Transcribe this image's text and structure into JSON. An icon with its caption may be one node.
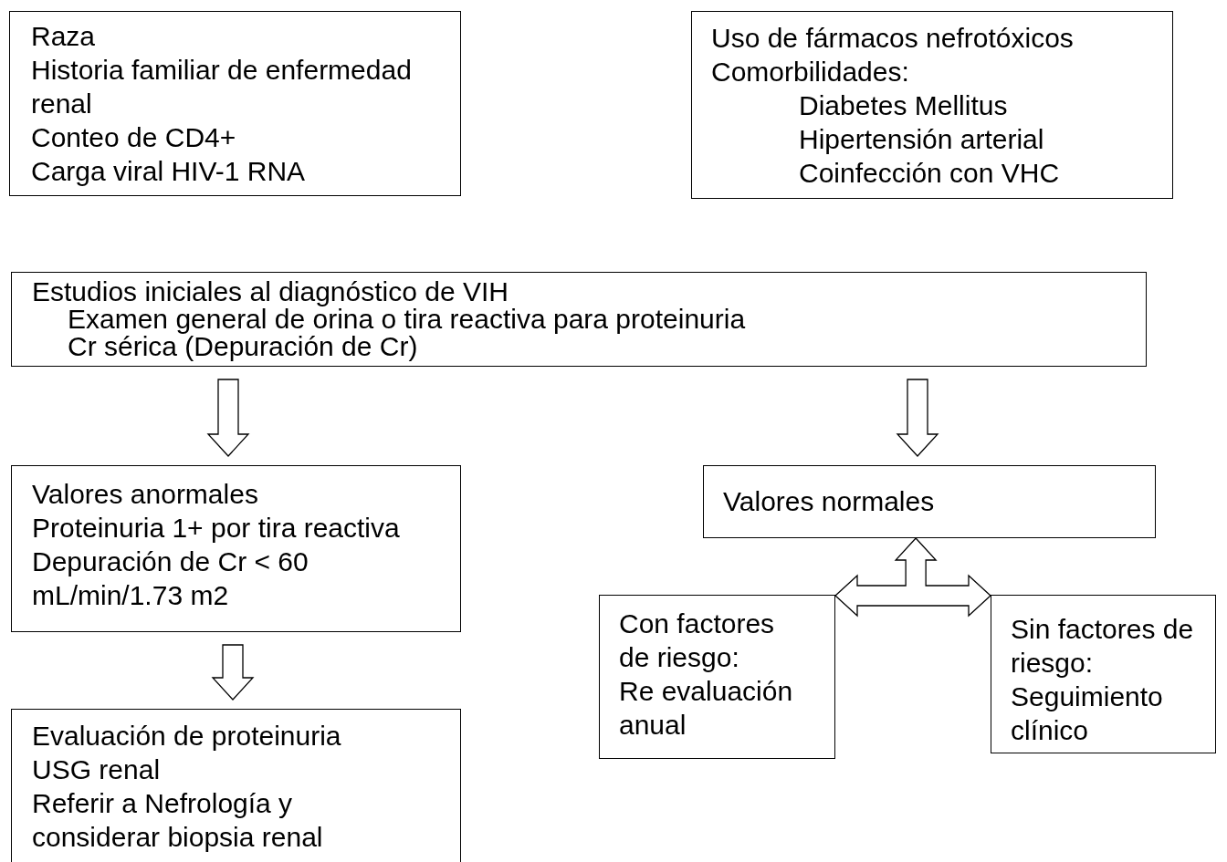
{
  "diagram": {
    "nodes": [
      {
        "text": [
          "Raza",
          "Historia familiar de enfermedad renal",
          "Conteo de CD4+",
          "Carga viral HIV-1 RNA"
        ]
      },
      {
        "text": [
          "Uso de fármacos nefrotóxicos",
          "Comorbilidades:",
          "Diabetes Mellitus",
          "Hipertensión arterial",
          "Coinfección con VHC"
        ]
      },
      {
        "text": [
          "Estudios iniciales al diagnóstico de VIH",
          "Examen general de orina o tira reactiva para proteinuria",
          "Cr sérica (Depuración de Cr)"
        ]
      },
      {
        "text": [
          "Valores anormales",
          "Proteinuria 1+ por tira reactiva",
          "Depuración de Cr < 60 mL/min/1.73 m2"
        ]
      },
      {
        "text": [
          "Valores normales"
        ]
      },
      {
        "text": [
          "Evaluación de proteinuria",
          "USG renal",
          "Referir a Nefrología y considerar biopsia renal"
        ]
      },
      {
        "text": [
          "Con factores de riesgo:",
          "Re evaluación anual"
        ]
      },
      {
        "text": [
          "Sin factores de riesgo:",
          "Seguimiento clínico"
        ]
      }
    ],
    "edges": [
      {
        "from": 2,
        "to": 3,
        "arrow": "to"
      },
      {
        "from": 2,
        "to": 4,
        "arrow": "to"
      },
      {
        "from": 3,
        "to": 5,
        "arrow": "to"
      },
      {
        "from": 4,
        "to": 6,
        "arrow": "both"
      },
      {
        "from": 4,
        "to": 7,
        "arrow": "both"
      }
    ]
  }
}
